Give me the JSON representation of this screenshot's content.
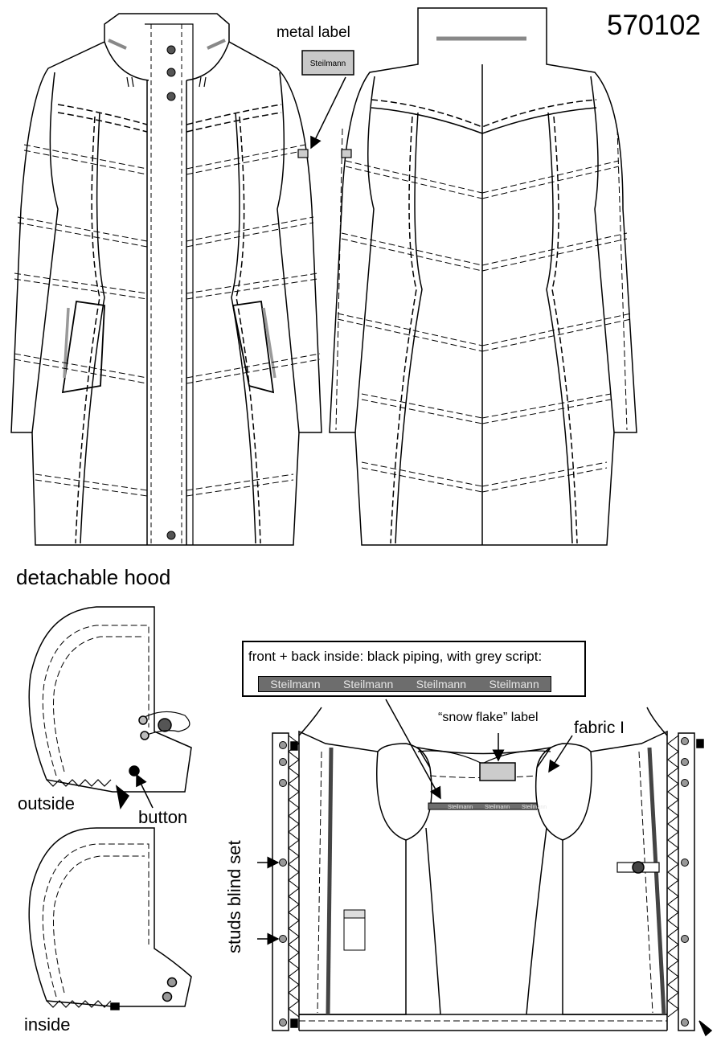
{
  "style_number": "570102",
  "labels": {
    "metal_label": "metal label",
    "metal_label_badge_text": "Steilmann",
    "detachable_hood": "detachable hood",
    "outside": "outside",
    "button": "button",
    "inside": "inside",
    "piping_note": "front + back inside: black piping, with grey script:",
    "piping_script": [
      "Steilmann",
      "Steilmann",
      "Steilmann",
      "Steilmann"
    ],
    "inner_piping_script": [
      "Steilmann",
      "Steilmann",
      "Steilmann"
    ],
    "snow_flake_label": "“snow flake” label",
    "fabric_label": "fabric I",
    "studs_blind_set": "studs blind set"
  }
}
